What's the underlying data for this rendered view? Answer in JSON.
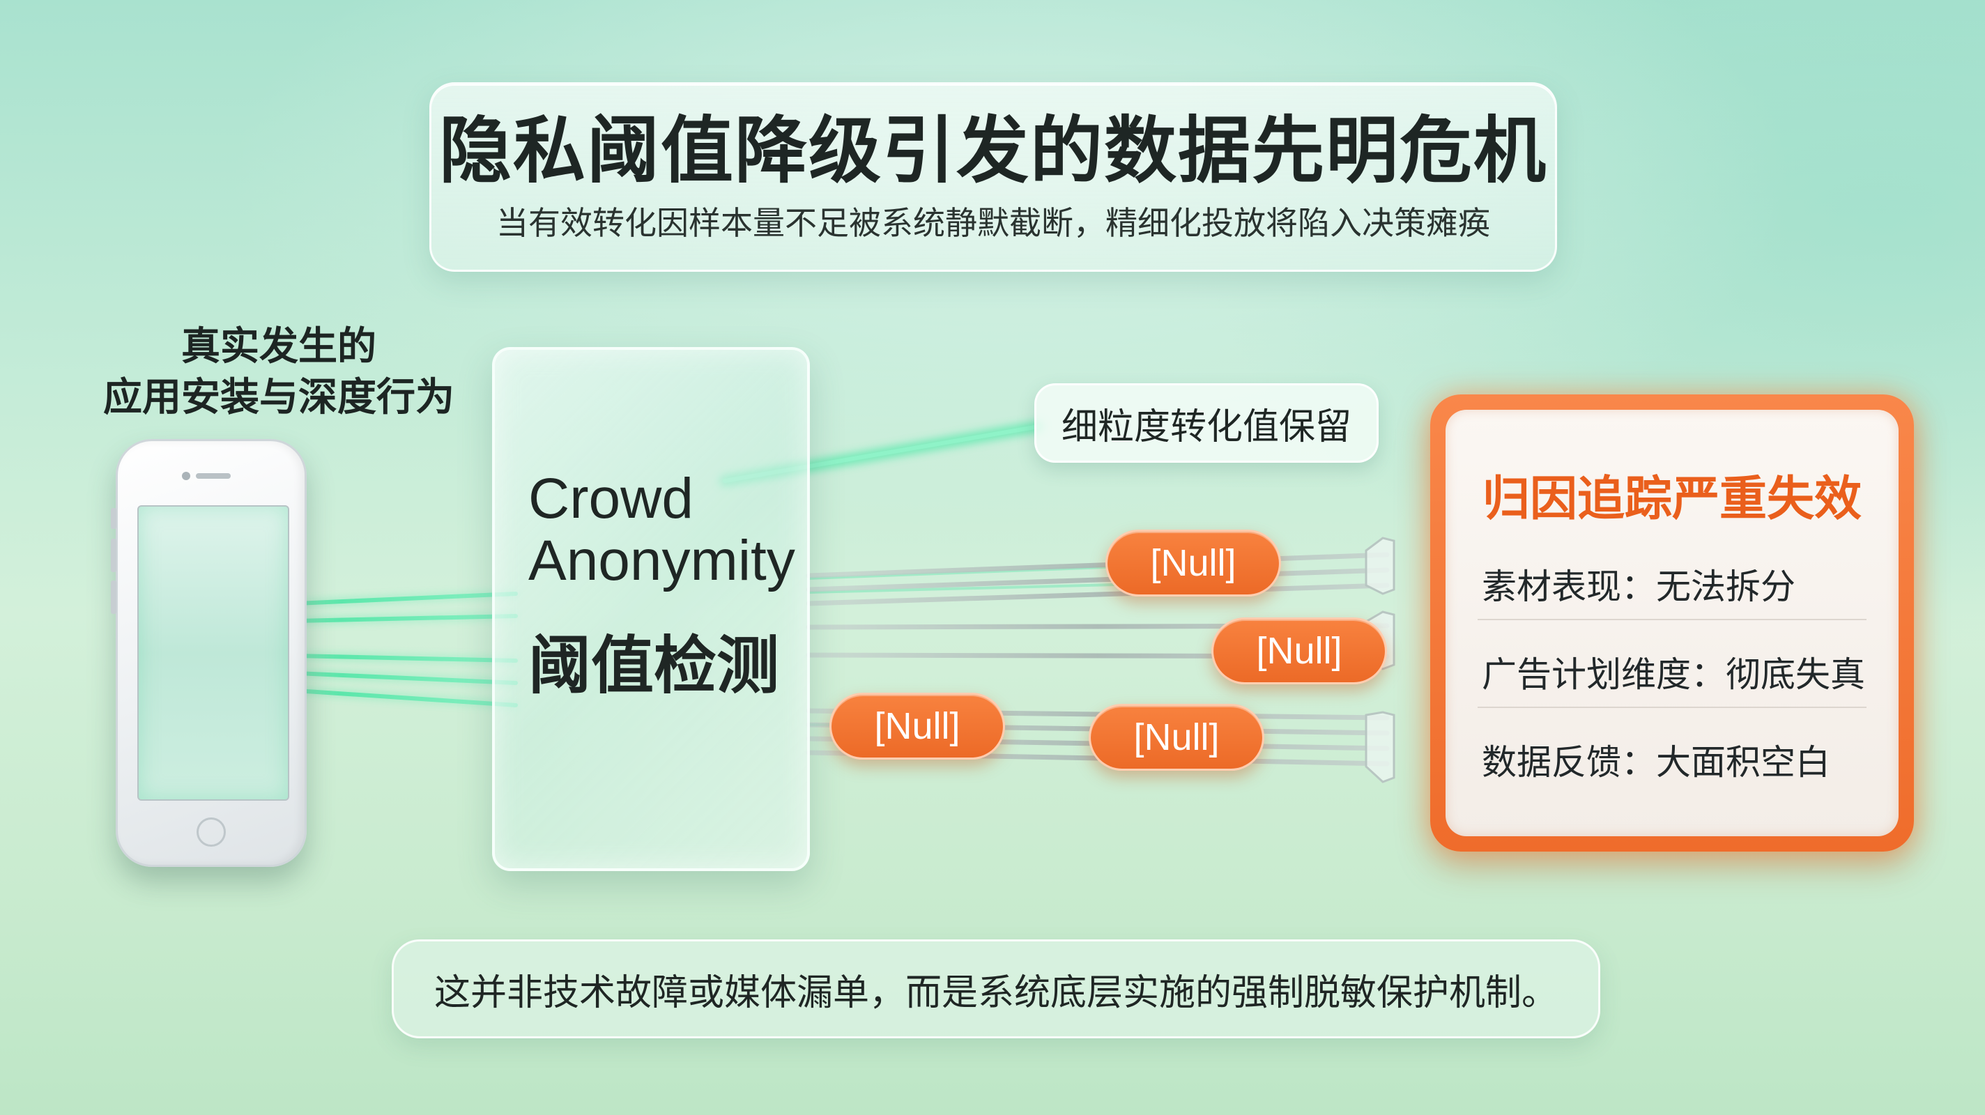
{
  "header": {
    "title": "隐私阈值降级引发的数据先明危机",
    "subtitle": "当有效转化因样本量不足被系统静默截断，精细化投放将陷入决策瘫痪"
  },
  "source": {
    "caption_line1": "真实发生的",
    "caption_line2": "应用安装与深度行为"
  },
  "filter": {
    "line1": "Crowd",
    "line2": "Anonymity",
    "label_cn": "阈值检测"
  },
  "retained": {
    "label": "细粒度转化值保留"
  },
  "nulls": [
    "[Null]",
    "[Null]",
    "[Null]",
    "[Null]"
  ],
  "failure": {
    "title": "归因追踪严重失效",
    "items": [
      "素材表现：无法拆分",
      "广告计划维度：彻底失真",
      "数据反馈：大面积空白"
    ]
  },
  "footer": {
    "note": "这并非技术故障或媒体漏单，而是系统底层实施的强制脱敏保护机制。"
  },
  "colors": {
    "accent_orange": "#ef6c2b",
    "beam_green": "#4de3a2",
    "title_text": "#1e2624"
  }
}
